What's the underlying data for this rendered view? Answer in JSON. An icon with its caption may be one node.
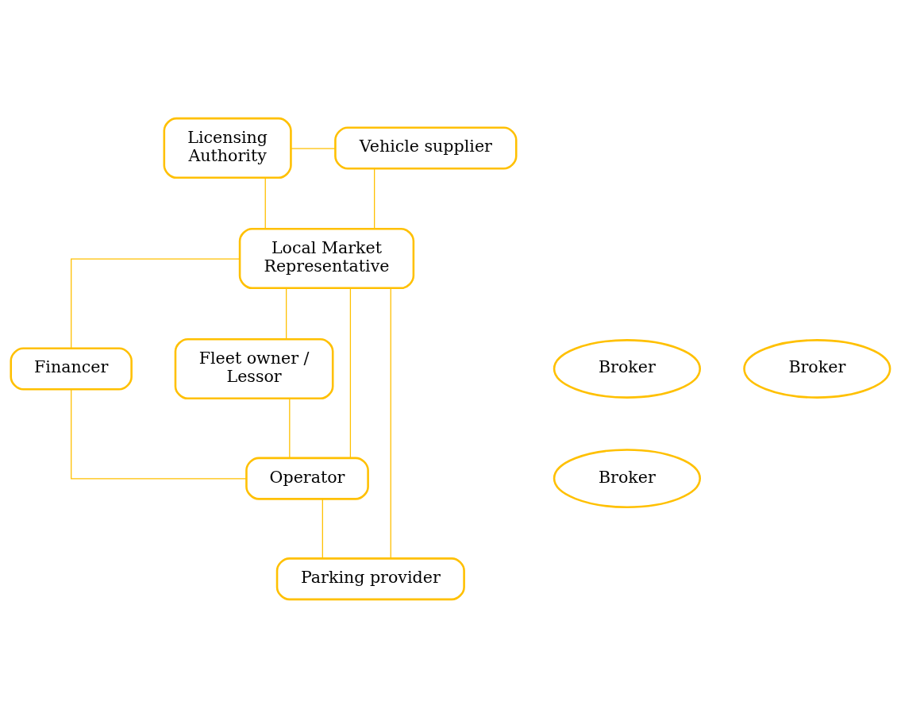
{
  "diagram": {
    "nodes": [
      {
        "text": [
          "Licensing Authority"
        ]
      },
      {
        "text": [
          "Vehicle supplier"
        ]
      },
      {
        "text": [
          "Local Market Representative"
        ]
      },
      {
        "text": [
          "Broker"
        ]
      },
      {
        "text": [
          "Financer"
        ]
      },
      {
        "text": [
          "Broker"
        ]
      },
      {
        "text": [
          "Fleet owner / Lessor"
        ]
      },
      {
        "text": [
          "Operator"
        ]
      },
      {
        "text": [
          "Broker"
        ]
      },
      {
        "text": [
          "Parking provider"
        ]
      }
    ],
    "edges": [
      {
        "from": 0,
        "to": 1,
        "arrow": "none"
      },
      {
        "from": 0,
        "to": 2,
        "arrow": "none"
      },
      {
        "from": 1,
        "to": 2,
        "arrow": "none"
      },
      {
        "from": 2,
        "to": 9,
        "arrow": "none"
      },
      {
        "from": 2,
        "to": 4,
        "arrow": "none"
      },
      {
        "from": 2,
        "to": 6,
        "arrow": "none"
      },
      {
        "from": 2,
        "to": 7,
        "arrow": "none"
      },
      {
        "from": 4,
        "to": 7,
        "arrow": "none"
      },
      {
        "from": 6,
        "to": 7,
        "arrow": "none"
      },
      {
        "from": 7,
        "to": 9,
        "arrow": "none"
      }
    ]
  }
}
